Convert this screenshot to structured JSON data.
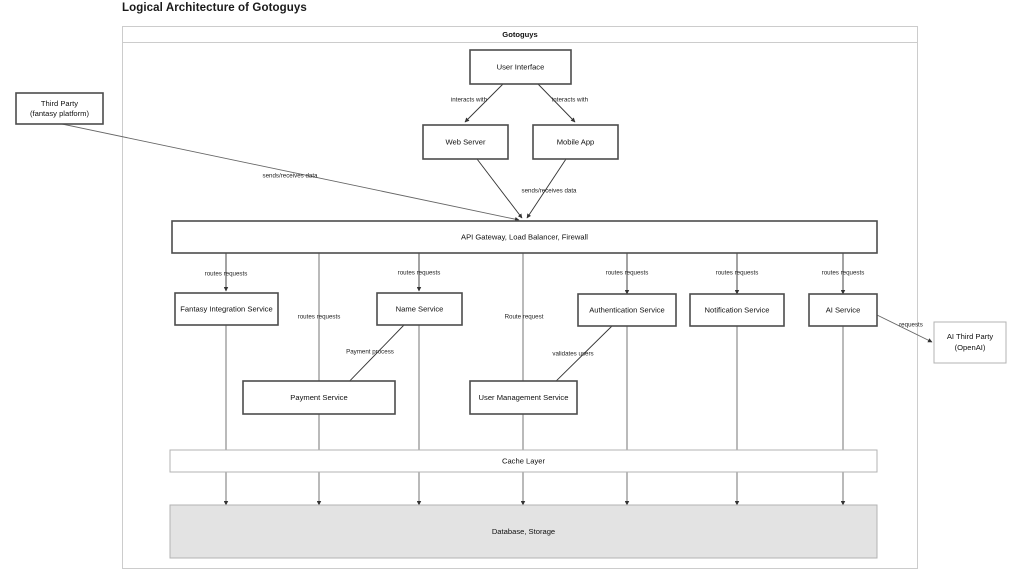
{
  "page": {
    "title": "Logical Architecture of Gotoguys"
  },
  "frame": {
    "header_label": "Gotoguys"
  },
  "nodes": {
    "user_interface": "User Interface",
    "web_server": "Web Server",
    "mobile_app": "Mobile App",
    "third_party_line1": "Third Party",
    "third_party_line2": "(fantasy platform)",
    "api_gateway": "API Gateway, Load Balancer, Firewall",
    "fantasy_integration_service": "Fantasy Integration Service",
    "name_service": "Name Service",
    "authentication_service": "Authentication Service",
    "notification_service": "Notification Service",
    "ai_service": "AI Service",
    "ai_third_party_line1": "AI Third Party",
    "ai_third_party_line2": "(OpenAI)",
    "payment_service": "Payment Service",
    "user_management_service": "User Management Service",
    "cache_layer": "Cache Layer",
    "database_storage": "Database, Storage"
  },
  "edge_labels": {
    "ui_to_web": "interacts with",
    "ui_to_mobile": "interacts with",
    "third_party_to_gateway": "sends/receives data",
    "mobile_to_gateway": "sends/receives data",
    "gateway_to_fantasy": "routes requests",
    "gateway_to_payment": "routes requests",
    "gateway_to_name": "routes requests",
    "gateway_to_user_mgmt": "Route request",
    "gateway_to_auth": "routes requests",
    "gateway_to_notification": "routes requests",
    "gateway_to_ai": "routes requests",
    "name_to_payment": "Payment process",
    "auth_to_user_mgmt": "validates users",
    "ai_to_openai": "requests"
  },
  "colors": {
    "box_stroke": "#4d4d4d",
    "thin_stroke": "#b3b3b3",
    "frame_stroke": "#cccccc",
    "database_fill": "#e3e3e3",
    "edge_stroke": "#666666",
    "text": "#111111",
    "background": "#ffffff"
  }
}
